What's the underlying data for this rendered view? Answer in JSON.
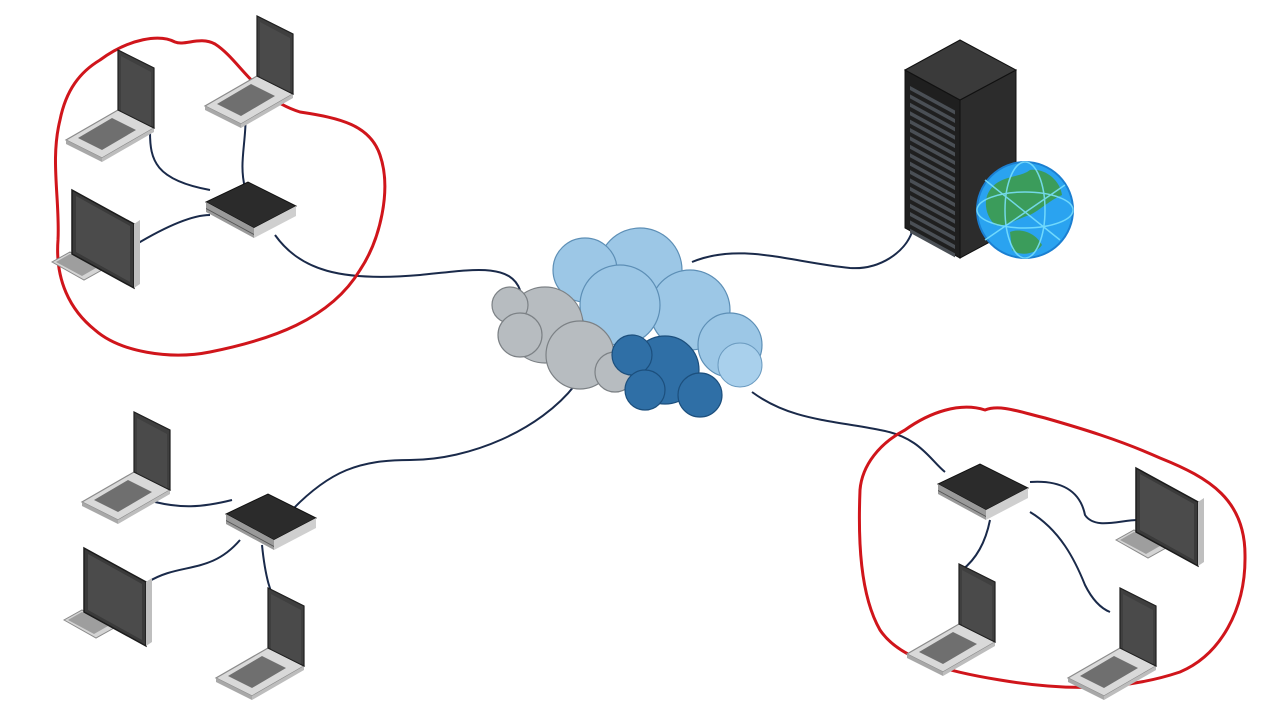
{
  "diagram": {
    "kind": "network-topology",
    "colors": {
      "background": "#ffffff",
      "cable": "#1a2a4a",
      "highlight": "#d0151b",
      "device_dark": "#2b2b2b",
      "device_light": "#d6d6d6",
      "screen": "#3a3a3a",
      "cloud_light": "#9cc7e6",
      "cloud_gray": "#b7bcc0",
      "cloud_dark": "#2f6fa6",
      "globe_blue": "#2aa3f0",
      "globe_green": "#3d9b4a"
    },
    "nodes": [
      {
        "id": "cloud",
        "icon": "cloud-icon"
      },
      {
        "id": "server",
        "icon": "server-rack-icon"
      },
      {
        "id": "globe",
        "icon": "globe-icon"
      },
      {
        "id": "lan-top-left",
        "icon": "router-icon",
        "highlighted": true
      },
      {
        "id": "lan-bottom-left",
        "icon": "router-icon",
        "highlighted": false
      },
      {
        "id": "lan-bottom-right",
        "icon": "router-icon",
        "highlighted": true
      }
    ],
    "links": [
      [
        "lan-top-left",
        "cloud"
      ],
      [
        "cloud",
        "server"
      ],
      [
        "lan-bottom-left",
        "cloud"
      ],
      [
        "cloud",
        "lan-bottom-right"
      ]
    ]
  }
}
